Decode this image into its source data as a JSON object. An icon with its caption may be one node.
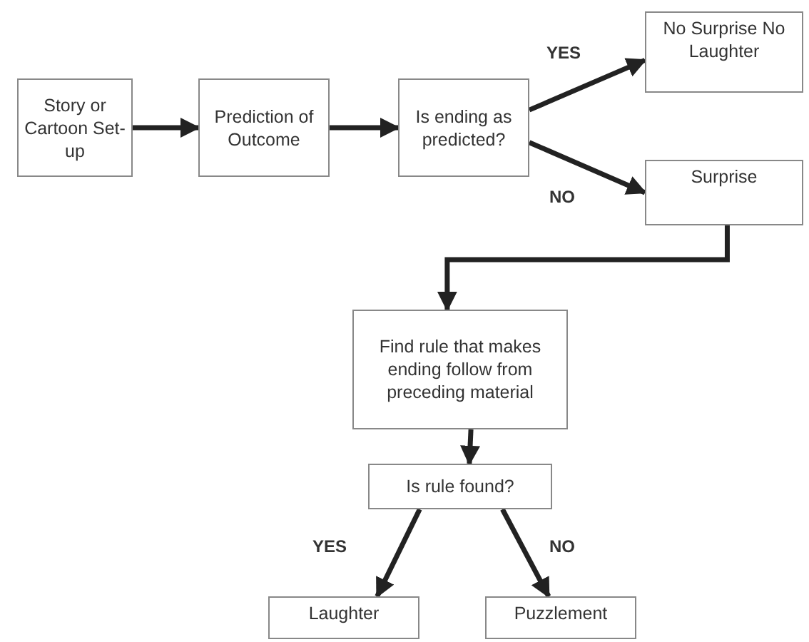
{
  "diagram": {
    "nodes": [
      {
        "text": [
          "Story or Cartoon Set-up"
        ]
      },
      {
        "text": [
          "Prediction of Outcome"
        ]
      },
      {
        "text": [
          "Is ending as predicted?"
        ]
      },
      {
        "text": [
          "No Surprise No Laughter"
        ]
      },
      {
        "text": [
          "Surprise"
        ]
      },
      {
        "text": [
          "Find rule that makes ending follow from preceding material"
        ]
      },
      {
        "text": [
          "Is rule found?"
        ]
      },
      {
        "text": [
          "Laughter"
        ]
      },
      {
        "text": [
          "Puzzlement"
        ]
      }
    ],
    "edges": [
      {
        "from": 0,
        "to": 1,
        "arrow": "to"
      },
      {
        "from": 1,
        "to": 2,
        "arrow": "to"
      },
      {
        "from": 2,
        "to": 3,
        "arrow": "to",
        "label": "YES"
      },
      {
        "from": 2,
        "to": 4,
        "arrow": "to",
        "label": "NO"
      },
      {
        "from": 4,
        "to": 5,
        "arrow": "to"
      },
      {
        "from": 5,
        "to": 6,
        "arrow": "to"
      },
      {
        "from": 6,
        "to": 7,
        "arrow": "to",
        "label": "YES"
      },
      {
        "from": 6,
        "to": 8,
        "arrow": "to",
        "label": "NO"
      }
    ]
  }
}
